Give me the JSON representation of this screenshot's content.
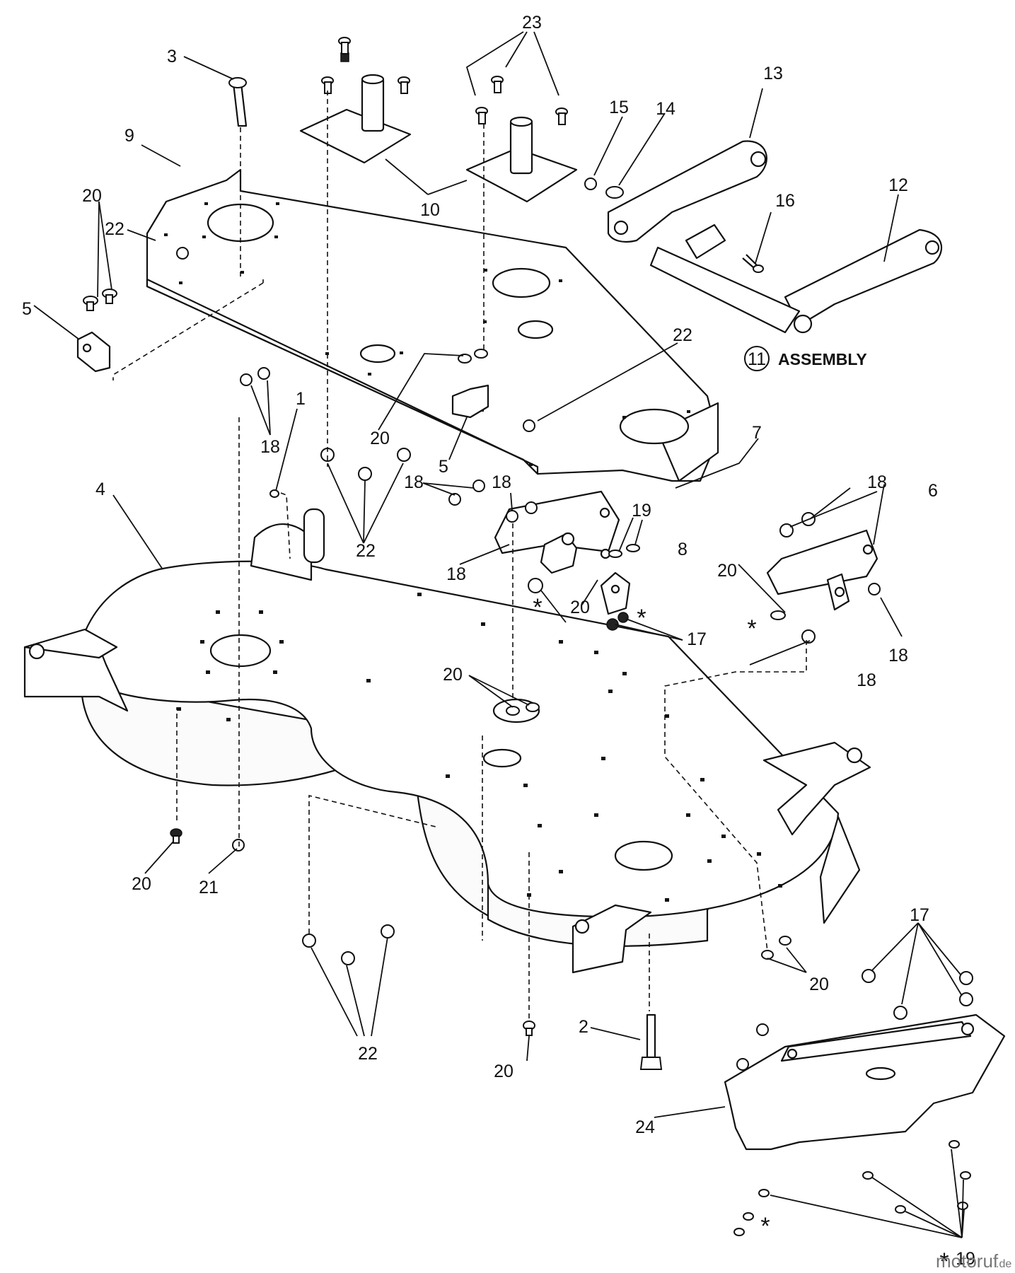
{
  "callouts": {
    "c1": "1",
    "c2": "2",
    "c3": "3",
    "c4": "4",
    "c5a": "5",
    "c5b": "5",
    "c6": "6",
    "c7": "7",
    "c8": "8",
    "c9": "9",
    "c10": "10",
    "c11": "11",
    "c12": "12",
    "c13": "13",
    "c14": "14",
    "c15": "15",
    "c16": "16",
    "c17a": "17",
    "c17b": "17",
    "c18a": "18",
    "c18b": "18",
    "c18c": "18",
    "c18d": "18",
    "c18e": "18",
    "c18f": "18",
    "c18g": "18",
    "c19a": "19",
    "c19b": "19",
    "c20a": "20",
    "c20b": "20",
    "c20c": "20",
    "c20d": "20",
    "c20e": "20",
    "c20f": "20",
    "c20g": "20",
    "c20h": "20",
    "c21": "21",
    "c22a": "22",
    "c22b": "22",
    "c22c": "22",
    "c22d": "22",
    "c23": "23",
    "c24": "24",
    "star": "*"
  },
  "assembly_label": "ASSEMBLY",
  "watermark": {
    "brand": "motoruf",
    "suffix": ".de"
  }
}
